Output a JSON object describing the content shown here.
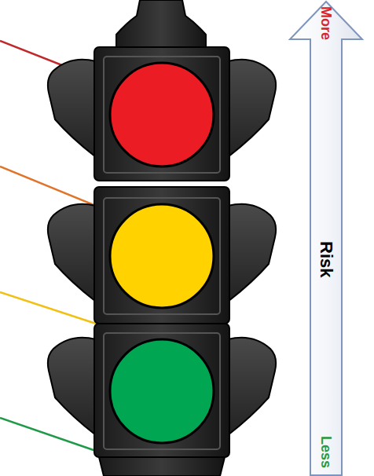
{
  "diagram": {
    "nodes": [
      {
        "text": [
          "More",
          "Risk",
          "Less"
        ]
      }
    ]
  }
}
